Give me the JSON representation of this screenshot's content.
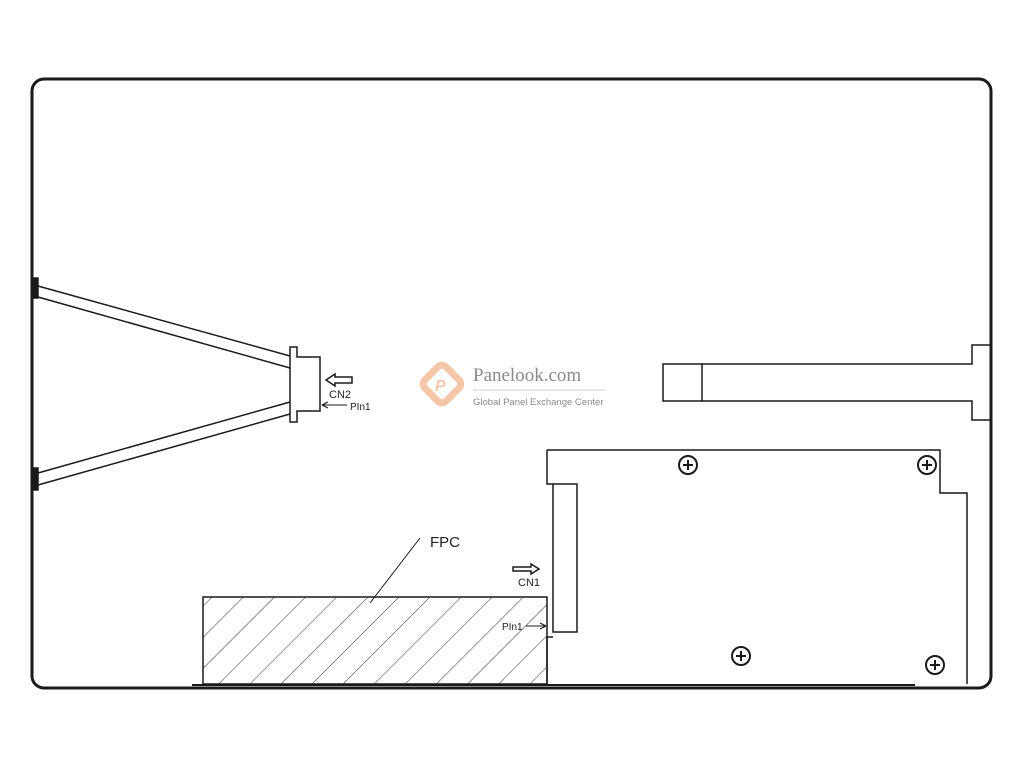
{
  "labels": {
    "cn2": "CN2",
    "cn2_pin": "PIn1",
    "cn1": "CN1",
    "cn1_pin": "PIn1",
    "fpc": "FPC"
  },
  "watermark": {
    "title": "Panelook.com",
    "subtitle": "Global Panel Exchange Center",
    "accent": "#f4b48c"
  },
  "colors": {
    "line": "#1a1a1a"
  }
}
